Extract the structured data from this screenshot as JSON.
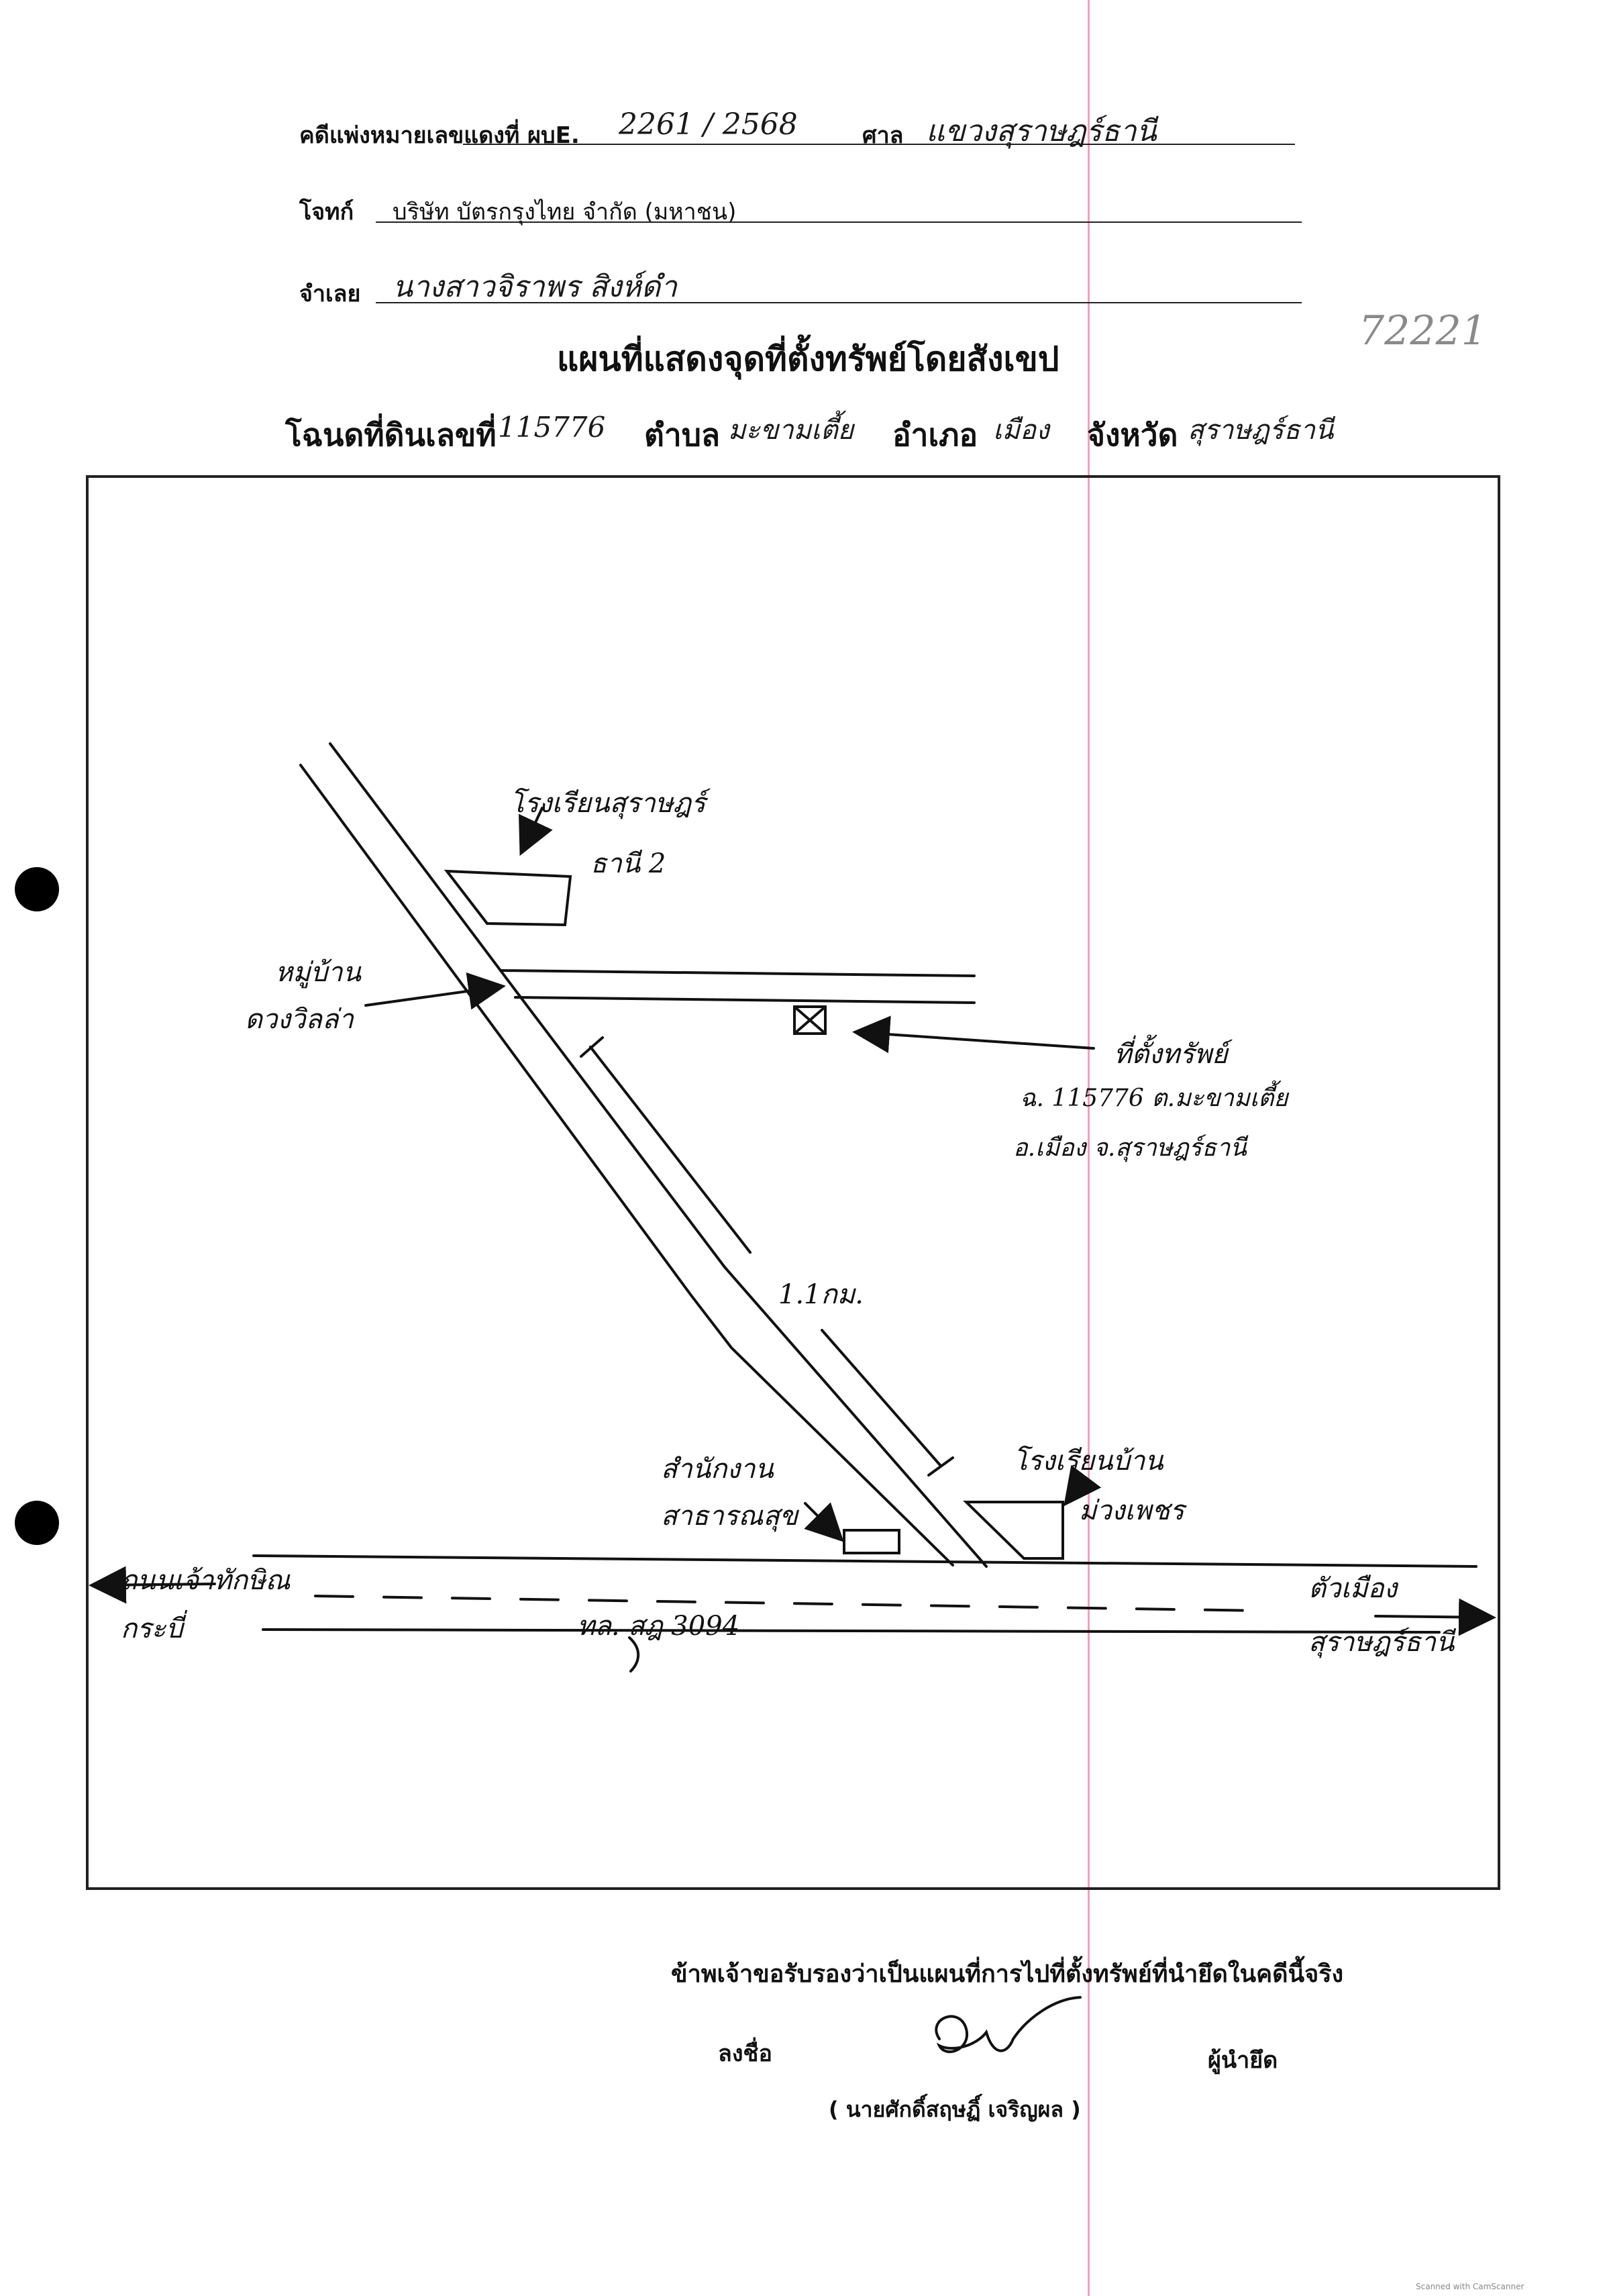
{
  "header": {
    "case_label": "คดีแพ่งหมายเลขแดงที่ ผบE.",
    "case_number": "2261 / 2568",
    "court_label": "ศาล",
    "court_value": "แขวงสุราษฎร์ธานี",
    "plaintiff_label": "โจทก์",
    "plaintiff_value": "บริษัท บัตรกรุงไทย จำกัด (มหาชน)",
    "defendant_label": "จำเลย",
    "defendant_value": "นางสาวจิราพร สิงห์ดำ",
    "handwritten_annotation": "72221"
  },
  "title": {
    "main": "แผนที่แสดงจุดที่ตั้งทรัพย์โดยสังเขป",
    "deed_label": "โฉนดที่ดินเลขที่",
    "deed_number": "115776",
    "subdistrict_label": "ตำบล",
    "subdistrict_value": "มะขามเตี้ย",
    "district_label": "อำเภอ",
    "district_value": "เมือง",
    "province_label": "จังหวัด",
    "province_value": "สุราษฎร์ธานี"
  },
  "map": {
    "school_top_1": "โรงเรียนสุราษฎร์",
    "school_top_2": "ธานี 2",
    "village_1": "หมู่บ้าน",
    "village_2": "ดวงวิลล่า",
    "property_1": "ที่ตั้งทรัพย์",
    "property_2": "ฉ. 115776 ต.มะขามเตี้ย",
    "property_3": "อ.เมือง จ.สุราษฎร์ธานี",
    "distance": "1.1กม.",
    "school_bottom_1": "โรงเรียนบ้าน",
    "school_bottom_2": "ม่วงเพชร",
    "office_1": "สำนักงาน",
    "office_2": "สาธารณสุข",
    "left_dest_1": "ถนนเจ้าทักษิณ",
    "left_dest_2": "กระบี่",
    "road_label": "ทล. สฎ 3094",
    "right_dest_1": "ตัวเมือง",
    "right_dest_2": "สุราษฎร์ธานี"
  },
  "certification": {
    "statement": "ข้าพเจ้าขอรับรองว่าเป็นแผนที่การไปที่ตั้งทรัพย์ที่นำยึดในคดีนี้จริง",
    "sign_label": "ลงชื่อ",
    "role": "ผู้นำยึด",
    "name": "( นายศักดิ์สฤษฏิ์ เจริญผล )"
  },
  "scanner_mark": "Scanned with CamScanner"
}
